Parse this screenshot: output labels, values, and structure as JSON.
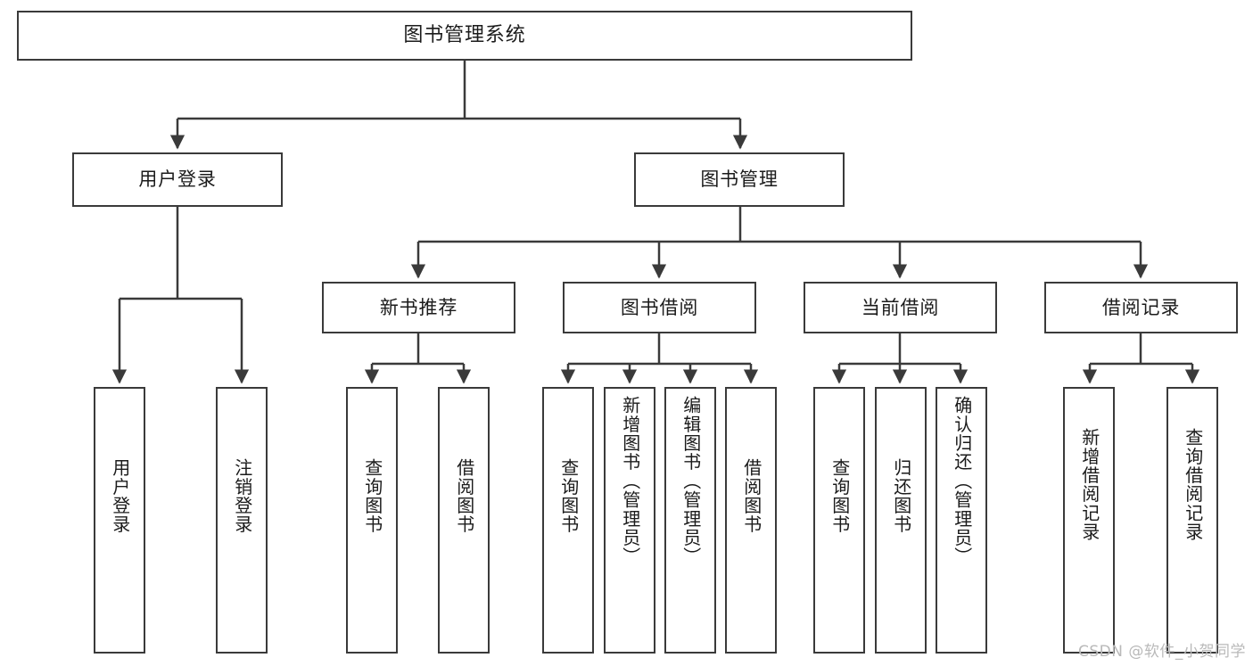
{
  "diagram": {
    "title": "图书管理系统",
    "type": "tree",
    "colors": {
      "box_border": "#3a3a3a",
      "box_fill": "#ffffff",
      "connector": "#3a3a3a",
      "text": "#1b1b1b",
      "watermark": "#b9b9b9",
      "background": "#ffffff"
    },
    "watermark": "CSDN @软件_小贺同学",
    "nodes": {
      "root": {
        "label": "图书管理系统",
        "orientation": "horizontal"
      },
      "level2": [
        {
          "label": "用户登录",
          "orientation": "horizontal"
        },
        {
          "label": "图书管理",
          "orientation": "horizontal"
        }
      ],
      "level3": [
        {
          "label": "新书推荐",
          "orientation": "horizontal"
        },
        {
          "label": "图书借阅",
          "orientation": "horizontal"
        },
        {
          "label": "当前借阅",
          "orientation": "horizontal"
        },
        {
          "label": "借阅记录",
          "orientation": "horizontal"
        }
      ],
      "leaves": {
        "user_login": [
          {
            "label": "用户登录",
            "orientation": "vertical"
          },
          {
            "label": "注销登录",
            "orientation": "vertical"
          }
        ],
        "new_book_recommend": [
          {
            "label": "查询图书",
            "orientation": "vertical"
          },
          {
            "label": "借阅图书",
            "orientation": "vertical"
          }
        ],
        "book_borrow": [
          {
            "label": "查询图书",
            "orientation": "vertical"
          },
          {
            "label": "新增图书（管理员）",
            "orientation": "vertical"
          },
          {
            "label": "编辑图书（管理员）",
            "orientation": "vertical"
          },
          {
            "label": "借阅图书",
            "orientation": "vertical"
          }
        ],
        "current_borrow": [
          {
            "label": "查询图书",
            "orientation": "vertical"
          },
          {
            "label": "归还图书",
            "orientation": "vertical"
          },
          {
            "label": "确认归还（管理员）",
            "orientation": "vertical"
          }
        ],
        "borrow_record": [
          {
            "label": "新增借阅记录",
            "orientation": "vertical"
          },
          {
            "label": "查询借阅记录",
            "orientation": "vertical"
          }
        ]
      }
    }
  }
}
